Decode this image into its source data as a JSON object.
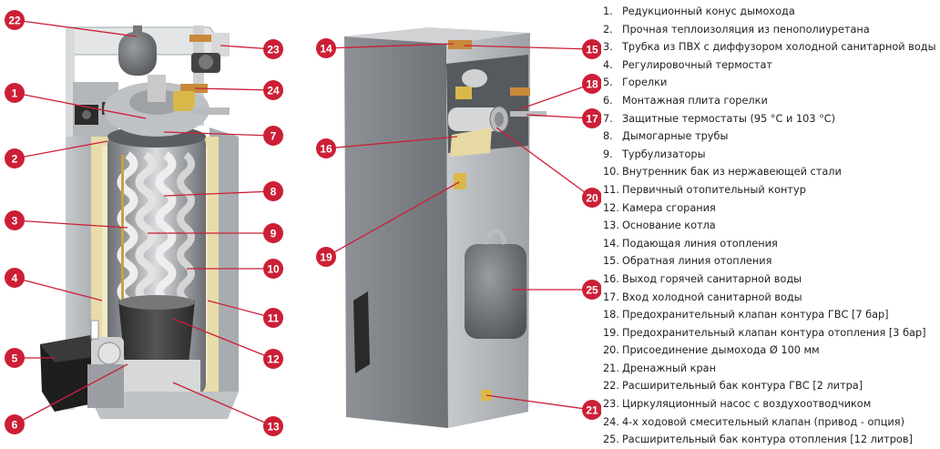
{
  "legend": [
    {
      "num": "1.",
      "text": "Редукционный конус дымохода"
    },
    {
      "num": "2.",
      "text": "Прочная теплоизоляция из пенополиуретана"
    },
    {
      "num": "3.",
      "text": "Трубка из ПВХ с диффузором холодной санитарной воды"
    },
    {
      "num": "4.",
      "text": "Регулировочный термостат"
    },
    {
      "num": "5.",
      "text": "Горелки"
    },
    {
      "num": "6.",
      "text": "Монтажная плита горелки"
    },
    {
      "num": "7.",
      "text": "Защитные термостаты (95 °С и 103 °С)"
    },
    {
      "num": "8.",
      "text": "Дымогарные трубы"
    },
    {
      "num": "9.",
      "text": "Турбулизаторы"
    },
    {
      "num": "10.",
      "text": "Внутренник бак из нержавеющей стали"
    },
    {
      "num": "11.",
      "text": "Первичный отопительный контур"
    },
    {
      "num": "12.",
      "text": "Камера сгорания"
    },
    {
      "num": "13.",
      "text": "Основание котла"
    },
    {
      "num": "14.",
      "text": "Подающая линия отопления"
    },
    {
      "num": "15.",
      "text": "Обратная линия отопления"
    },
    {
      "num": "16.",
      "text": "Выход горячей санитарной воды"
    },
    {
      "num": "17.",
      "text": "Вход холодной санитарной воды"
    },
    {
      "num": "18.",
      "text": "Предохранительный клапан контура ГВС [7 бар]"
    },
    {
      "num": "19.",
      "text": "Предохранительный клапан контура отопления [3 бар]"
    },
    {
      "num": "20.",
      "text": "Присоединение дымохода Ø 100 мм"
    },
    {
      "num": "21.",
      "text": "Дренажный кран"
    },
    {
      "num": "22.",
      "text": "Расширительный бак контура ГВС [2 литра]"
    },
    {
      "num": "23.",
      "text": "Циркуляционный насос с воздухоотводчиком"
    },
    {
      "num": "24.",
      "text": "4-х ходовой смесительный клапан (привод - опция)"
    },
    {
      "num": "25.",
      "text": "Расширительный бак контура отопления [12 литров]"
    }
  ],
  "callouts": [
    "1",
    "2",
    "3",
    "4",
    "5",
    "6",
    "7",
    "8",
    "9",
    "10",
    "11",
    "12",
    "13",
    "14",
    "15",
    "16",
    "17",
    "18",
    "19",
    "20",
    "21",
    "22",
    "23",
    "24",
    "25"
  ],
  "colors": {
    "badge": "#cc1f36",
    "leader": "#cc1f36",
    "cabinet": "#b9bcc0",
    "insulation": "#e6d9a3"
  }
}
